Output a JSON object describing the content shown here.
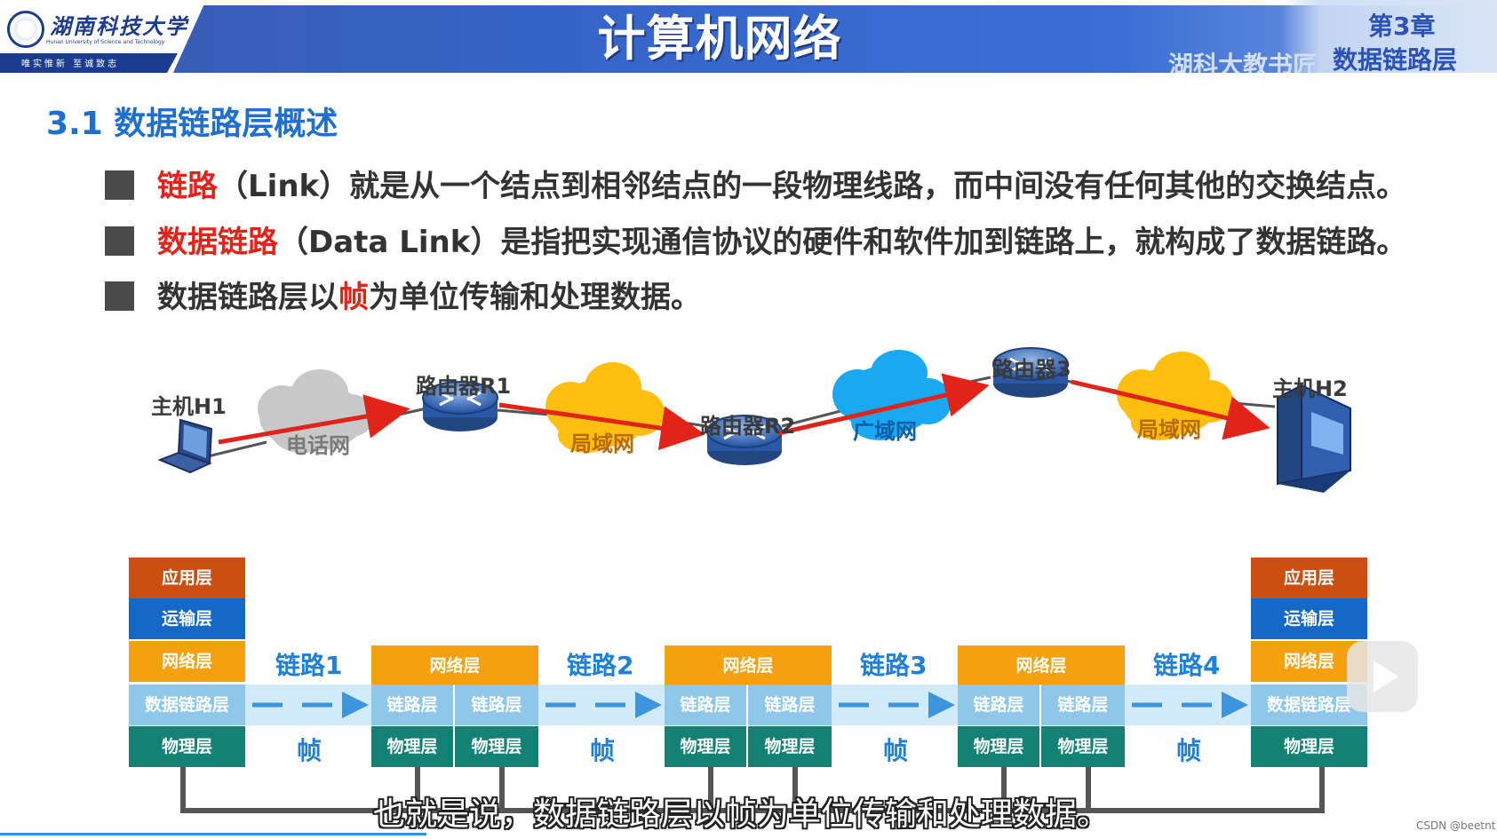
{
  "header": {
    "logo_name": "湖南科技大学",
    "logo_en": "Hunan University of Science and Technology",
    "logo_motto": "唯实惟新    至诚致志",
    "course_title": "计算机网络",
    "chapter_num": "第3章",
    "chapter_name": "数据链路层",
    "watermark": "湖科大教书匠"
  },
  "section_title": "3.1 数据链路层概述",
  "bullets": [
    {
      "keyword": "链路",
      "text": "（Link）就是从一个结点到相邻结点的一段物理线路，而中间没有任何其他的交换结点。"
    },
    {
      "keyword": "数据链路",
      "text": "（Data Link）是指把实现通信协议的硬件和软件加到链路上，就构成了数据链路。"
    },
    {
      "prefix": "数据链路层以",
      "keyword": "帧",
      "suffix": "为单位传输和处理数据。"
    }
  ],
  "topology": {
    "host1": "主机H1",
    "router1": "路由器R1",
    "router2": "路由器R2",
    "router3": "路由器3",
    "host2": "主机H2",
    "router_badge": "ROUTER",
    "cloud_phone": "电话网",
    "cloud_lan1": "局域网",
    "cloud_wan": "广域网",
    "cloud_lan2": "局域网"
  },
  "stack": {
    "application": "应用层",
    "transport": "运输层",
    "network": "网络层",
    "datalink": "数据链路层",
    "link_layer": "链路层",
    "physical": "物理层",
    "links": [
      "链路1",
      "链路2",
      "链路3",
      "链路4"
    ],
    "frame": "帧"
  },
  "subtitle": "也就是说，数据链路层以帧为单位传输和处理数据。",
  "csdn_mark": "CSDN @beetnt",
  "colors": {
    "header_blue": "#3565c9",
    "keyword_red": "#e2231a",
    "section_blue": "#1f6fd0",
    "app_layer": "#cc4f12",
    "transport_layer": "#1668c7",
    "network_layer": "#f5a10f",
    "datalink_layer": "#8ec7ea",
    "physical_layer": "#138174",
    "link_text": "#1f80d9"
  }
}
